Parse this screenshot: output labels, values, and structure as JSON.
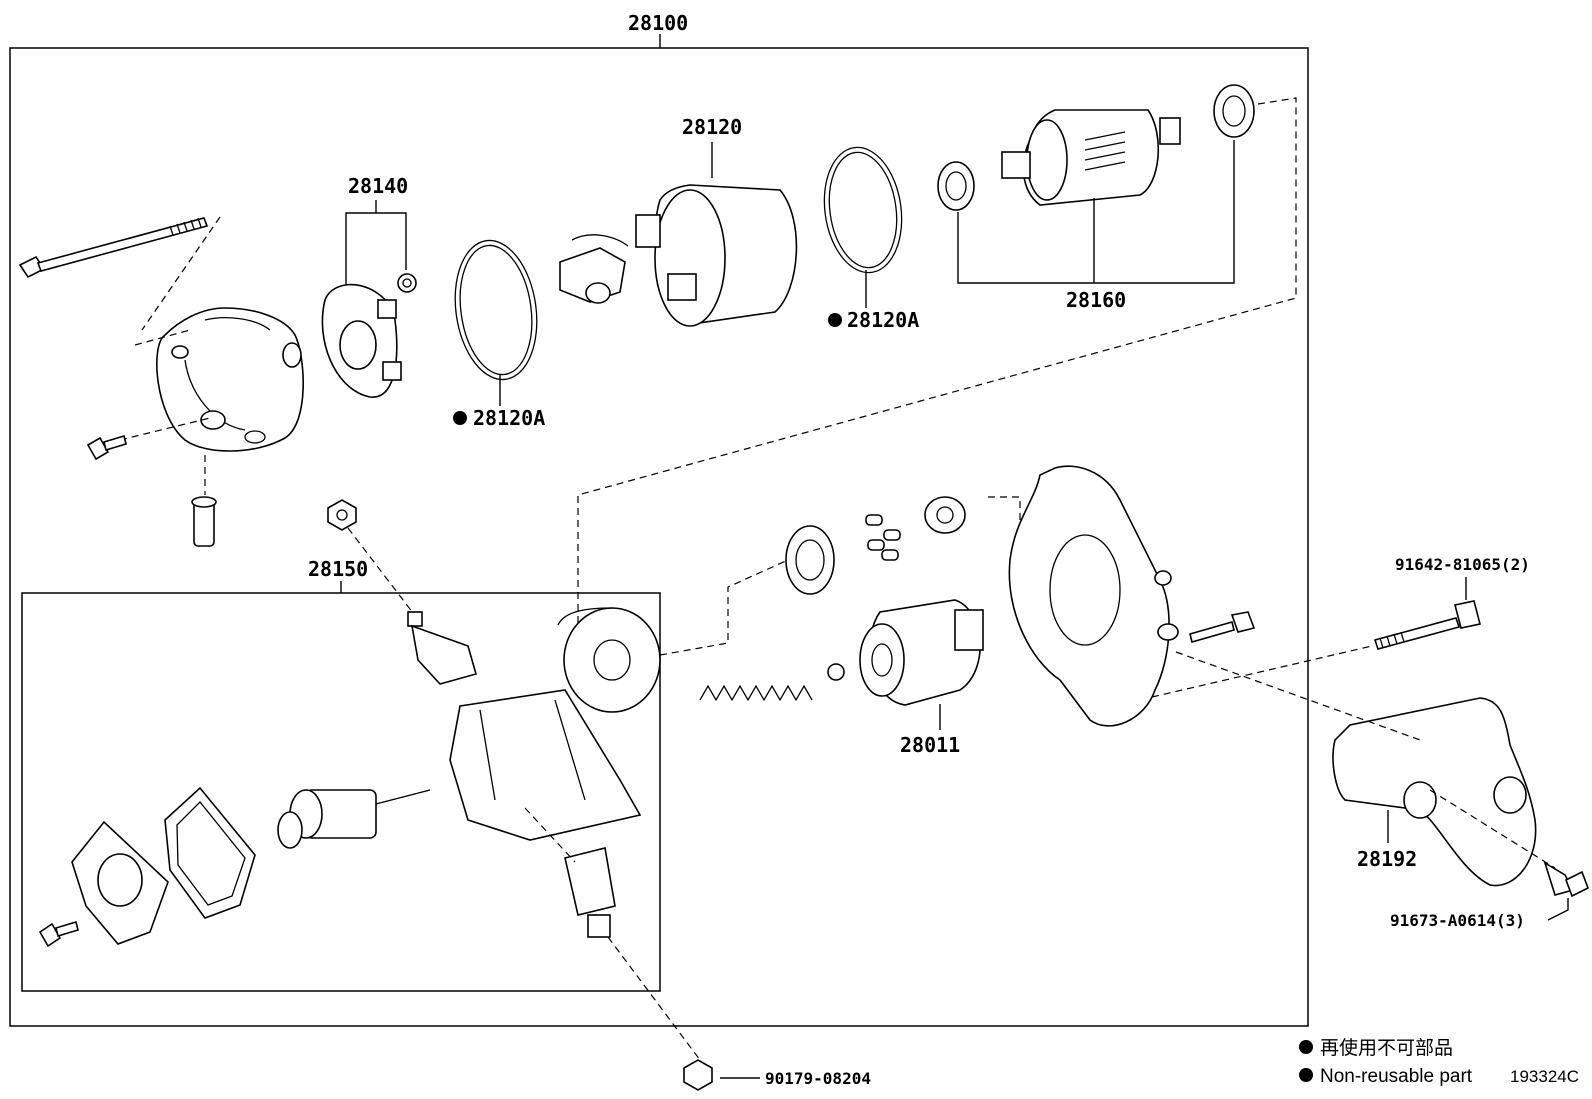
{
  "diagram": {
    "assembly_label": "28100",
    "subassembly_label": "28150",
    "part_labels": {
      "p28120": "28120",
      "p28140": "28140",
      "p28160": "28160",
      "p28011": "28011",
      "p28192": "28192",
      "o_ring_right": "28120A",
      "o_ring_left": "28120A",
      "bolt_long": "91642-81065(2)",
      "bolt_short": "91673-A0614(3)",
      "nut": "90179-08204"
    }
  },
  "legend": {
    "marker": "●",
    "line_jp": "再使用不可部品",
    "line_en": "Non-reusable part"
  },
  "reference_code": "193324C"
}
